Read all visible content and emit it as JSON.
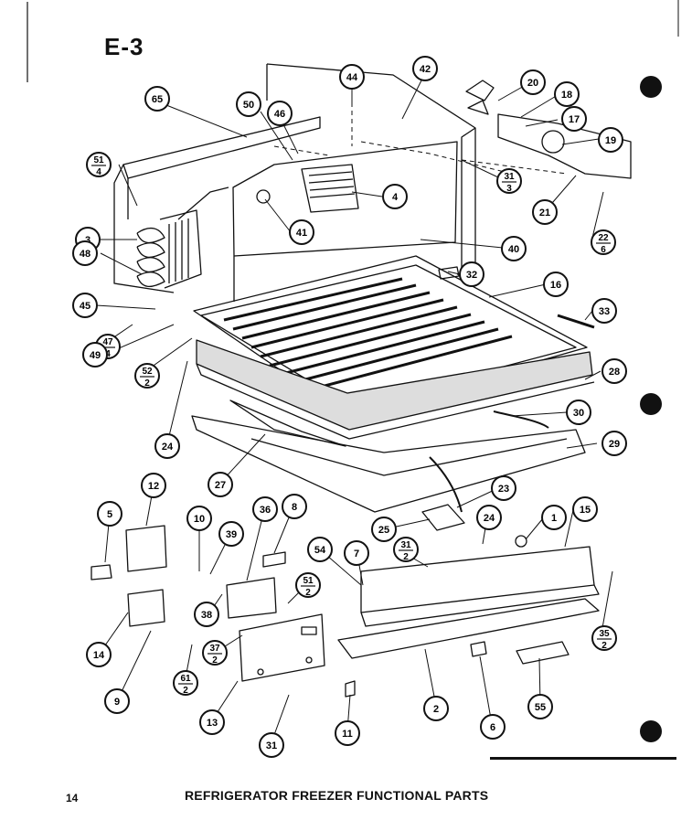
{
  "page": {
    "code": "E-3",
    "number": "14",
    "caption": "REFRIGERATOR FREEZER FUNCTIONAL PARTS"
  },
  "callouts": [
    "65",
    "50",
    "46",
    "44",
    "42",
    "20",
    "18",
    "17",
    "19",
    "51/4",
    "3",
    "41",
    "4",
    "31/3",
    "21",
    "22/6",
    "48",
    "40",
    "32",
    "16",
    "45",
    "33",
    "47/4",
    "49",
    "52/2",
    "28",
    "24",
    "30",
    "27",
    "29",
    "12",
    "5",
    "10",
    "39",
    "36",
    "8",
    "23",
    "25",
    "24",
    "1",
    "15",
    "31/2",
    "54",
    "7",
    "14",
    "51/2",
    "38",
    "37/2",
    "9",
    "61/2",
    "13",
    "2",
    "6",
    "55",
    "35/2",
    "11",
    "31"
  ]
}
